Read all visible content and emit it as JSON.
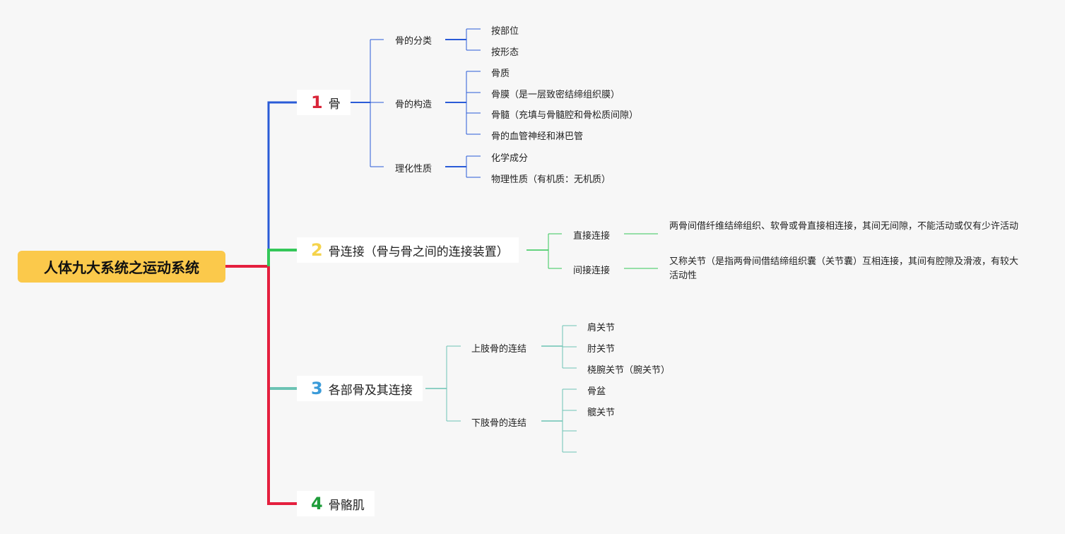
{
  "root": {
    "label": "人体九大系统之运动系统",
    "color": "#fbc94b"
  },
  "branches": [
    {
      "num": "1",
      "label": "骨",
      "num_color": "#d9263a",
      "line_color": "#2a5bd7",
      "children": [
        {
          "label": "骨的分类",
          "children": [
            "按部位",
            "按形态"
          ]
        },
        {
          "label": "骨的构造",
          "children": [
            "骨质",
            "骨膜（是一层致密结缔组织膜）",
            "骨髓（充填与骨髓腔和骨松质间隙）",
            "骨的血管神经和淋巴管"
          ]
        },
        {
          "label": "理化性质",
          "children": [
            "化学成分",
            "物理性质（有机质：无机质）"
          ]
        }
      ]
    },
    {
      "num": "2",
      "label": "骨连接（骨与骨之间的连接装置）",
      "num_color": "#f5d34b",
      "line_color": "#34c759",
      "children": [
        {
          "label": "直接连接",
          "children": [
            "两骨间借纤维结缔组织、软骨或骨直接相连接，其间无间隙，不能活动或仅有少许活动"
          ]
        },
        {
          "label": "间接连接",
          "children": [
            "又称关节（是指两骨间借结缔组织囊（关节囊）互相连接，其间有腔隙及滑液，有较大活动性"
          ]
        }
      ]
    },
    {
      "num": "3",
      "label": "各部骨及其连接",
      "num_color": "#3a9bd9",
      "line_color": "#6cc3b4",
      "children": [
        {
          "label": "上肢骨的连结",
          "children": [
            "肩关节",
            "肘关节",
            "桡腕关节（腕关节）"
          ]
        },
        {
          "label": "下肢骨的连结",
          "children": [
            "骨盆",
            "髋关节",
            "",
            ""
          ]
        }
      ]
    },
    {
      "num": "4",
      "label": "骨骼肌",
      "num_color": "#1e9c3a",
      "line_color": "#e5203f",
      "children": []
    }
  ]
}
